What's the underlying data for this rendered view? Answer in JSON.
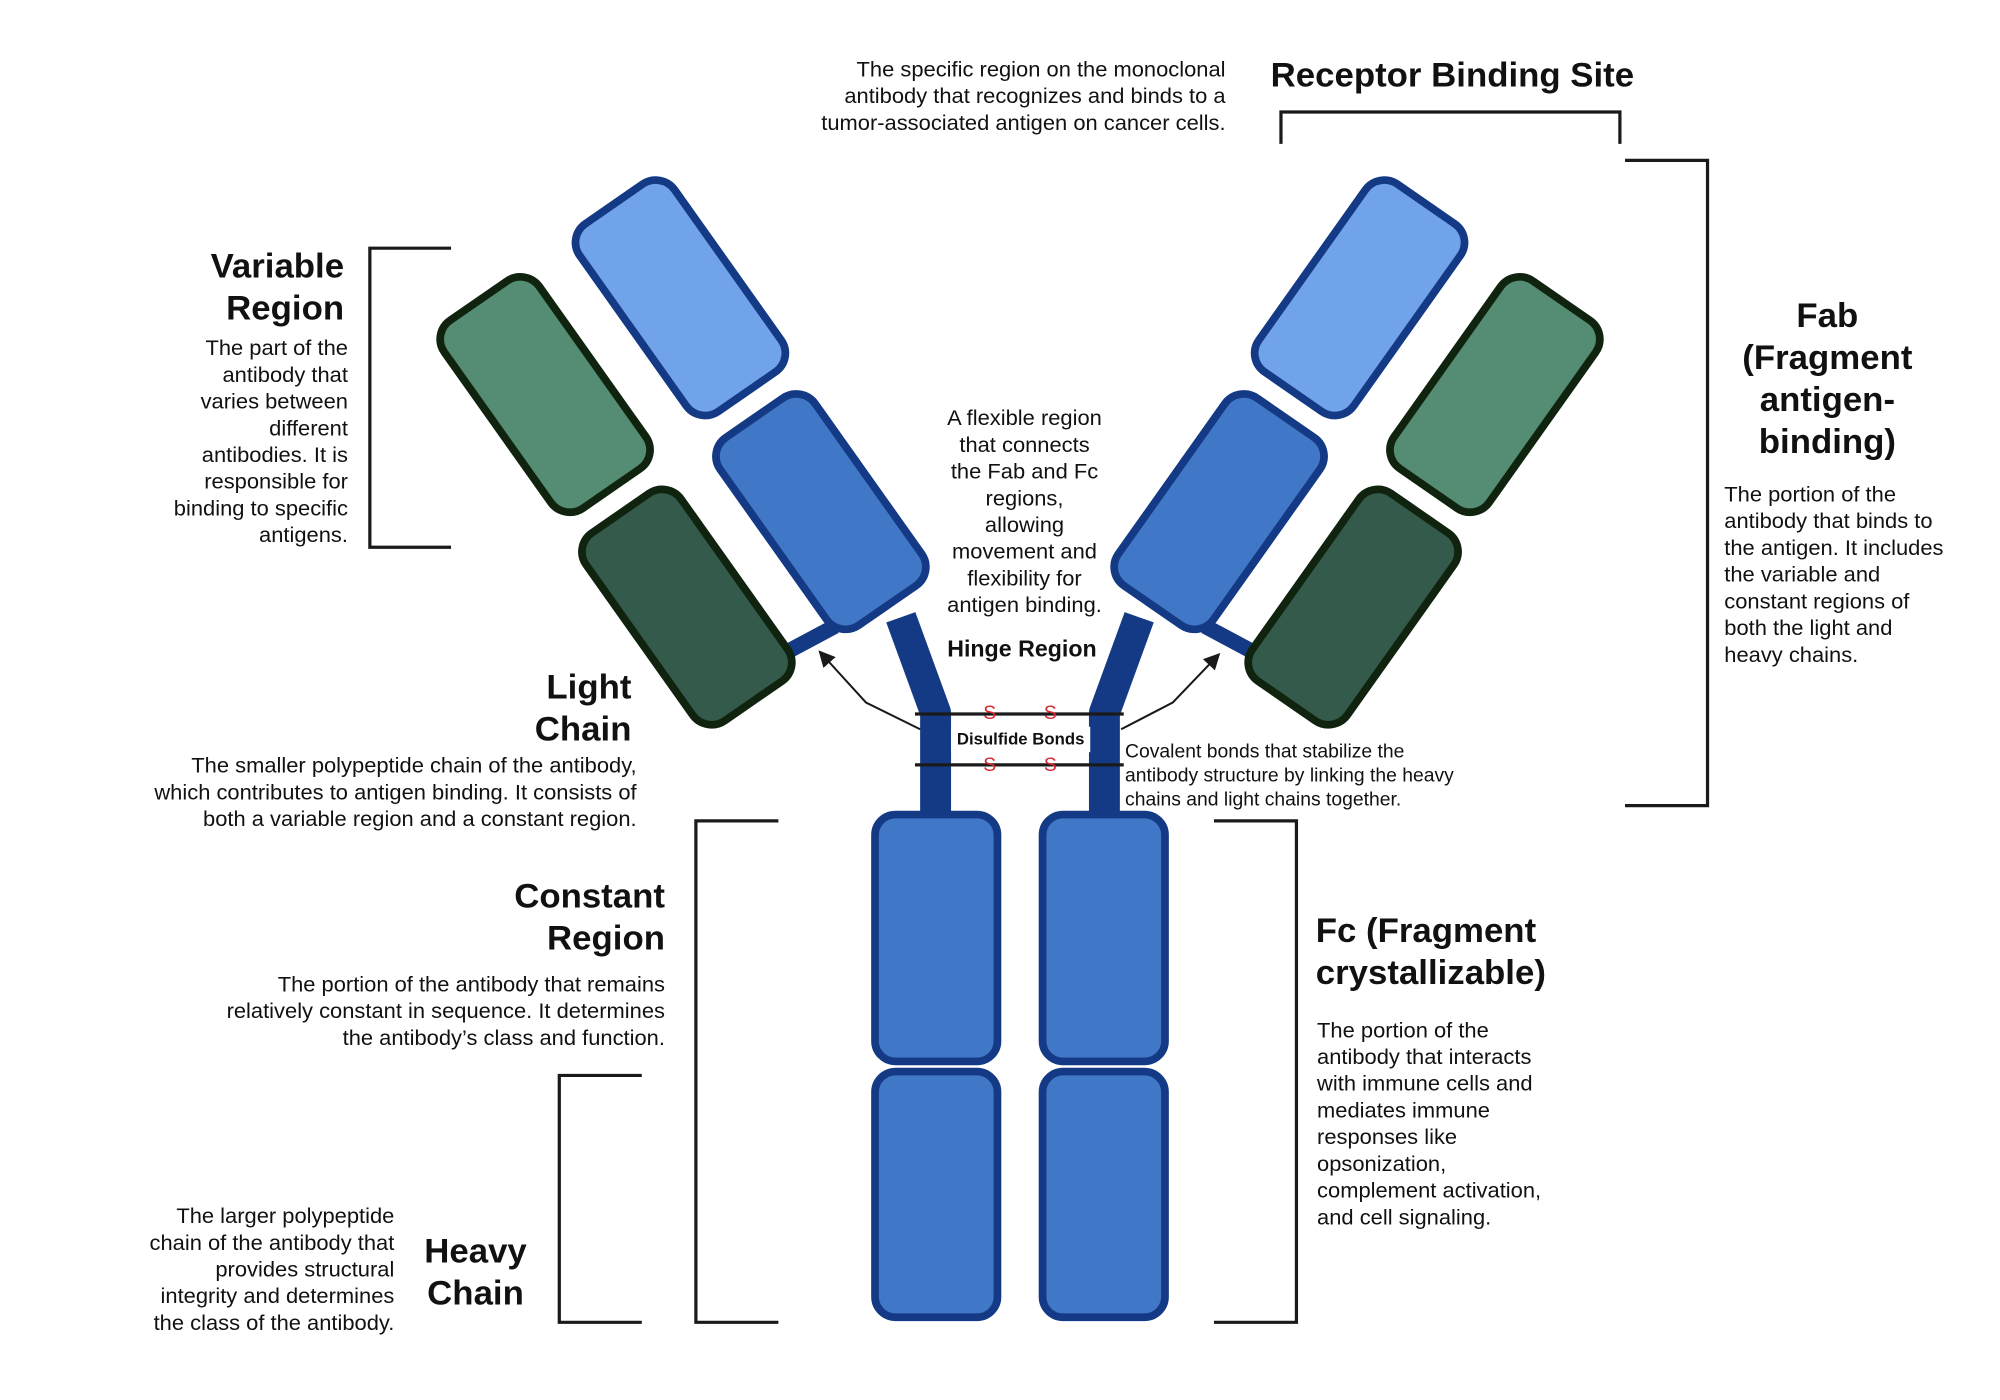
{
  "colors": {
    "heavy_variable": "#70a3e9",
    "heavy_constant": "#4077c6",
    "heavy_outline": "#143a86",
    "light_variable": "#548c74",
    "light_constant": "#345a4b",
    "light_outline": "#10230f",
    "disulfide_s": "#d6282f",
    "bracket": "#1a1a1a"
  },
  "labels": {
    "variable_region": {
      "title": "Variable Region",
      "title_lines": [
        "Variable",
        "Region"
      ],
      "description": "The part of the antibody that varies between different antibodies. It is responsible for binding to specific antigens.",
      "description_lines": [
        "The part of the",
        "antibody that",
        "varies between",
        "different",
        "antibodies. It is",
        "responsible for",
        "binding to specific",
        "antigens."
      ]
    },
    "receptor_binding_site": {
      "title": "Receptor Binding Site",
      "description": "The specific region on the monoclonal antibody that recognizes and binds to a tumor-associated antigen on cancer cells.",
      "description_lines": [
        "The specific region on the monoclonal",
        "antibody that recognizes and binds to a",
        "tumor-associated antigen on cancer cells."
      ]
    },
    "fab": {
      "title": "Fab (Fragment antigen-binding)",
      "title_lines": [
        "Fab",
        "(Fragment",
        "antigen-",
        "binding)"
      ],
      "description": "The portion of the antibody that binds to the antigen. It includes the variable and constant regions of both the light and heavy chains.",
      "description_lines": [
        "The portion of the",
        "antibody that binds to",
        "the antigen. It includes",
        "the variable and",
        "constant regions of",
        "both the light and",
        "heavy chains."
      ]
    },
    "hinge_region": {
      "title": "Hinge Region",
      "description": "A flexible region that connects the Fab and Fc regions, allowing movement and flexibility for antigen binding.",
      "description_lines": [
        "A flexible region",
        "that connects",
        "the Fab and Fc",
        "regions,",
        "allowing",
        "movement and",
        "flexibility for",
        "antigen binding."
      ]
    },
    "light_chain": {
      "title": "Light Chain",
      "title_lines": [
        "Light",
        "Chain"
      ],
      "description": "The smaller polypeptide chain of the antibody, which contributes to antigen binding. It consists of both a variable region and a constant region.",
      "description_lines": [
        "The smaller polypeptide chain of the antibody,",
        "which contributes to antigen binding. It consists of",
        "both a variable region and a constant region."
      ]
    },
    "disulfide_bonds": {
      "title": "Disulfide Bonds",
      "description": "Covalent bonds that stabilize the antibody structure by linking the heavy chains and light chains together.",
      "description_lines": [
        "Covalent bonds that stabilize the",
        "antibody structure by linking the heavy",
        "chains and light chains together."
      ],
      "s_symbol": "S"
    },
    "constant_region": {
      "title": "Constant Region",
      "title_lines": [
        "Constant",
        "Region"
      ],
      "description": "The portion of the antibody that remains relatively constant in sequence. It determines the antibody’s class and function.",
      "description_lines": [
        "The portion of the antibody that remains",
        "relatively constant in sequence. It determines",
        "the antibody’s class and function."
      ]
    },
    "fc": {
      "title": "Fc (Fragment crystallizable)",
      "title_lines": [
        "Fc (Fragment",
        "crystallizable)"
      ],
      "description": "The portion of the antibody that interacts with immune cells and mediates immune responses like opsonization, complement activation, and cell signaling.",
      "description_lines": [
        "The portion of the",
        "antibody that interacts",
        "with immune cells and",
        "mediates immune",
        "responses like",
        "opsonization,",
        "complement activation,",
        "and cell signaling."
      ]
    },
    "heavy_chain": {
      "title": "Heavy Chain",
      "title_lines": [
        "Heavy",
        "Chain"
      ],
      "description": "The larger polypeptide chain of the antibody that provides structural integrity and determines the class of the antibody.",
      "description_lines": [
        "The larger polypeptide",
        "chain of the antibody that",
        "provides structural",
        "integrity and determines",
        "the class of the antibody."
      ]
    }
  }
}
